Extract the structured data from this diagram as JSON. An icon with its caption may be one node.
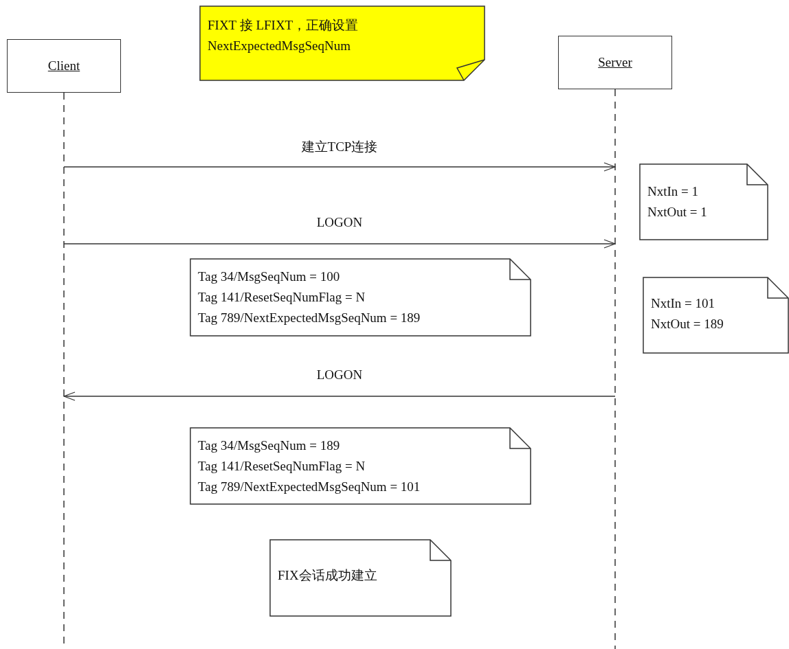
{
  "diagram": {
    "nodes": [
      {
        "text": [
          "Client"
        ]
      },
      {
        "text": [
          "Server"
        ]
      },
      {
        "text": [
          "FIXT 接 LFIXT，正确设置 NextExpectedMsgSeqNum"
        ]
      },
      {
        "text": [
          "NxtIn = 1",
          "NxtOut = 1"
        ]
      },
      {
        "text": [
          "Tag 34/MsgSeqNum = 100",
          "Tag 141/ResetSeqNumFlag = N",
          "Tag 789/NextExpectedMsgSeqNum = 189"
        ]
      },
      {
        "text": [
          "NxtIn = 101",
          "NxtOut = 189"
        ]
      },
      {
        "text": [
          "Tag 34/MsgSeqNum = 189",
          "Tag 141/ResetSeqNumFlag = N",
          "Tag 789/NextExpectedMsgSeqNum = 101"
        ]
      },
      {
        "text": [
          "FIX会话成功建立"
        ]
      },
      {
        "text": [],
        "shape": "line"
      },
      {
        "text": [],
        "shape": "line"
      }
    ],
    "edges": [
      {
        "from": 8,
        "to": 9,
        "arrow": "to",
        "label": "建立TCP连接"
      },
      {
        "from": 8,
        "to": 9,
        "arrow": "to",
        "label": "LOGON"
      },
      {
        "from": 9,
        "to": 8,
        "arrow": "to",
        "label": "LOGON"
      }
    ]
  }
}
